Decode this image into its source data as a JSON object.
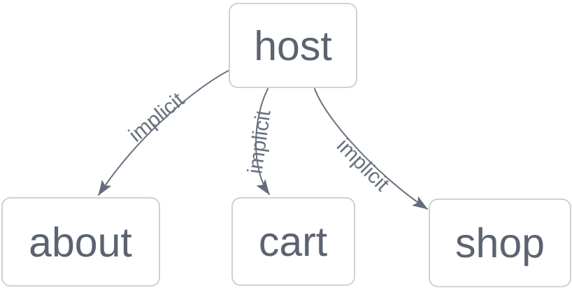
{
  "diagram": {
    "type": "directed-graph",
    "background": "#ffffff",
    "nodes": [
      {
        "id": "host",
        "label": "host"
      },
      {
        "id": "about",
        "label": "about"
      },
      {
        "id": "cart",
        "label": "cart"
      },
      {
        "id": "shop",
        "label": "shop"
      }
    ],
    "edges": [
      {
        "from": "host",
        "to": "about",
        "label": "implicit"
      },
      {
        "from": "host",
        "to": "cart",
        "label": "implicit"
      },
      {
        "from": "host",
        "to": "shop",
        "label": "implicit"
      }
    ],
    "colors": {
      "node_fill": "#ffffff",
      "node_border": "#cbcbcb",
      "node_text": "#5c6370",
      "edge": "#6a7180",
      "edge_label": "#6a7180",
      "arrowhead": "#646b79"
    }
  }
}
